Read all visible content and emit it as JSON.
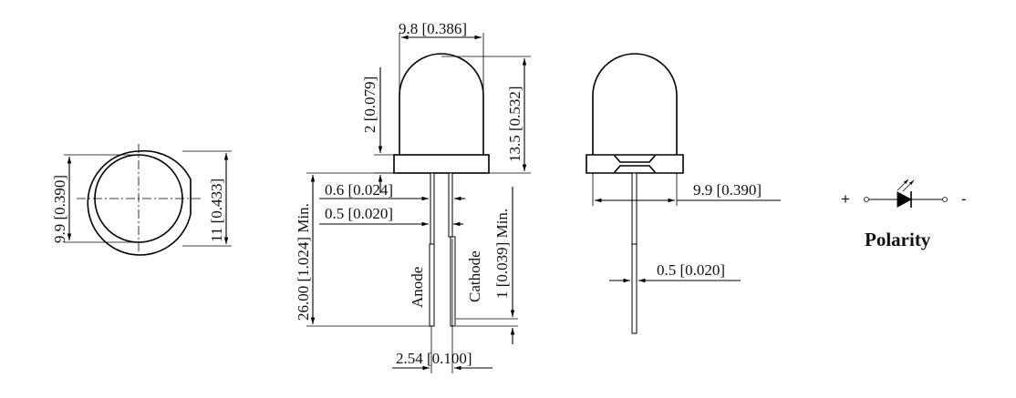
{
  "top_view": {
    "width_label": "9.9 [0.390]",
    "height_label": "11 [0.433]"
  },
  "side_view": {
    "dome_width_label": "9.8 [0.386]",
    "dome_height_label": "13.5 [0.532]",
    "flange_label": "2 [0.079]",
    "lead_length_label": "26.00 [1.024] Min.",
    "lead_width_wide_label": "0.6 [0.024]",
    "lead_width_narrow_label": "0.5 [0.020]",
    "min_gap_label": "1 [0.039] Min.",
    "anode_label": "Anode",
    "cathode_label": "Cathode",
    "pitch_label": "2.54 [0.100]"
  },
  "front_view": {
    "flange_width_label": "9.9 [0.390]",
    "lead_width_label": "0.5 [0.020]"
  },
  "polarity": {
    "plus": "+",
    "minus": "-",
    "title": "Polarity"
  },
  "colors": {
    "line": "#000000",
    "background": "#ffffff"
  }
}
